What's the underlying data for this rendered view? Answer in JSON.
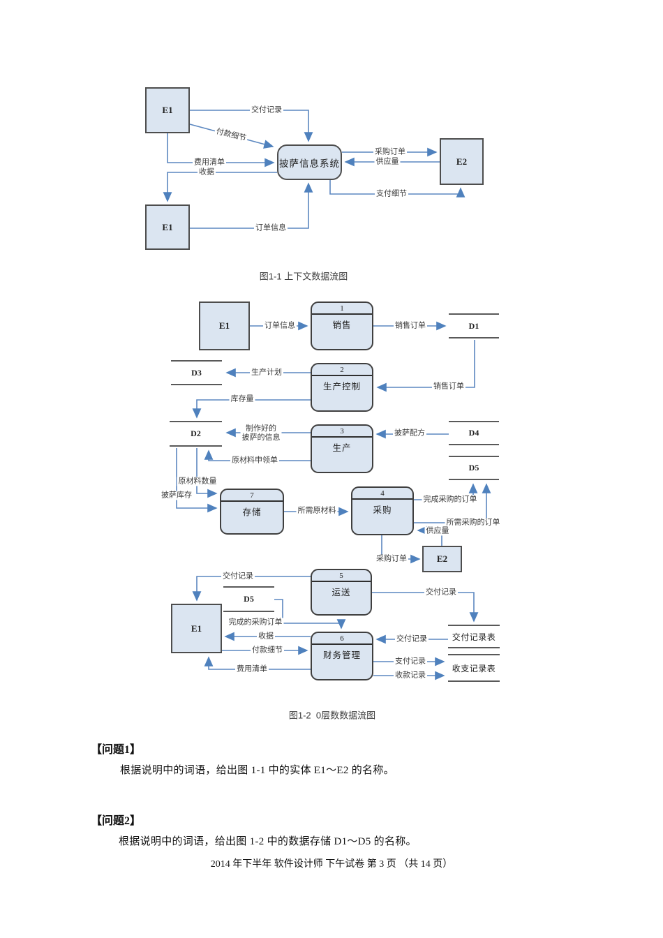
{
  "fig1": {
    "caption": "图1-1 上下文数据流图",
    "entities": {
      "e1_top": "E1",
      "e1_bottom": "E1",
      "e2": "E2"
    },
    "process_label": "披萨信息系统",
    "flows": {
      "delivery_record": "交付记录",
      "payment_details": "付款细节",
      "expense_list": "费用清单",
      "receipt": "收据",
      "order_info": "订单信息",
      "purchase_order": "采购订单",
      "supply_qty": "供应量",
      "pay_details": "支付细节"
    }
  },
  "fig2": {
    "caption": "图1-2  0层数数据流图",
    "entities": {
      "e1_a": "E1",
      "e1_b": "E1",
      "e2": "E2"
    },
    "processes": {
      "p1": {
        "num": "1",
        "name": "销售"
      },
      "p2": {
        "num": "2",
        "name": "生产控制"
      },
      "p3": {
        "num": "3",
        "name": "生产"
      },
      "p4": {
        "num": "4",
        "name": "采购"
      },
      "p5": {
        "num": "5",
        "name": "运送"
      },
      "p6": {
        "num": "6",
        "name": "财务管理"
      },
      "p7": {
        "num": "7",
        "name": "存储"
      }
    },
    "stores": {
      "d1": "D1",
      "d2": "D2",
      "d3": "D3",
      "d4": "D4",
      "d5_right": "D5",
      "d5_left": "D5",
      "delivery_table": "交付记录表",
      "balance_table": "收支记录表"
    },
    "flows": {
      "order_info": "订单信息",
      "sales_order_1": "销售订单",
      "sales_order_2": "销售订单",
      "production_plan": "生产计划",
      "inventory_qty": "库存量",
      "pizza_made_info": "制作好的\n披萨的信息",
      "pizza_recipe": "披萨配方",
      "material_requisition": "原材料申领单",
      "material_qty": "原材料数量",
      "pizza_stock": "披萨库存",
      "needed_materials": "所需原材料",
      "completed_purchase_order": "完成采购的订单",
      "needed_purchase_order": "所需采购的订单",
      "supply_qty": "供应量",
      "purchase_order": "采购订单",
      "delivery_record_left": "交付记录",
      "delivery_record_right": "交付记录",
      "completed_order_2": "完成的采购订单",
      "receipt": "收据",
      "payment_details": "付款细节",
      "expense_list": "费用清单",
      "delivery_record_in": "交付记录",
      "payment_record": "支付记录",
      "receipt_record": "收款记录"
    }
  },
  "questions": [
    {
      "heading": "【问题1】",
      "body": "根据说明中的词语，给出图 1-1 中的实体 E1～E2 的名称。"
    },
    {
      "heading": "【问题2】",
      "body": "根据说明中的词语，给出图 1-2 中的数据存储 D1～D5 的名称。"
    }
  ],
  "footer": "2014 年下半年  软件设计师  下午试卷  第 3 页  （共 14 页）"
}
